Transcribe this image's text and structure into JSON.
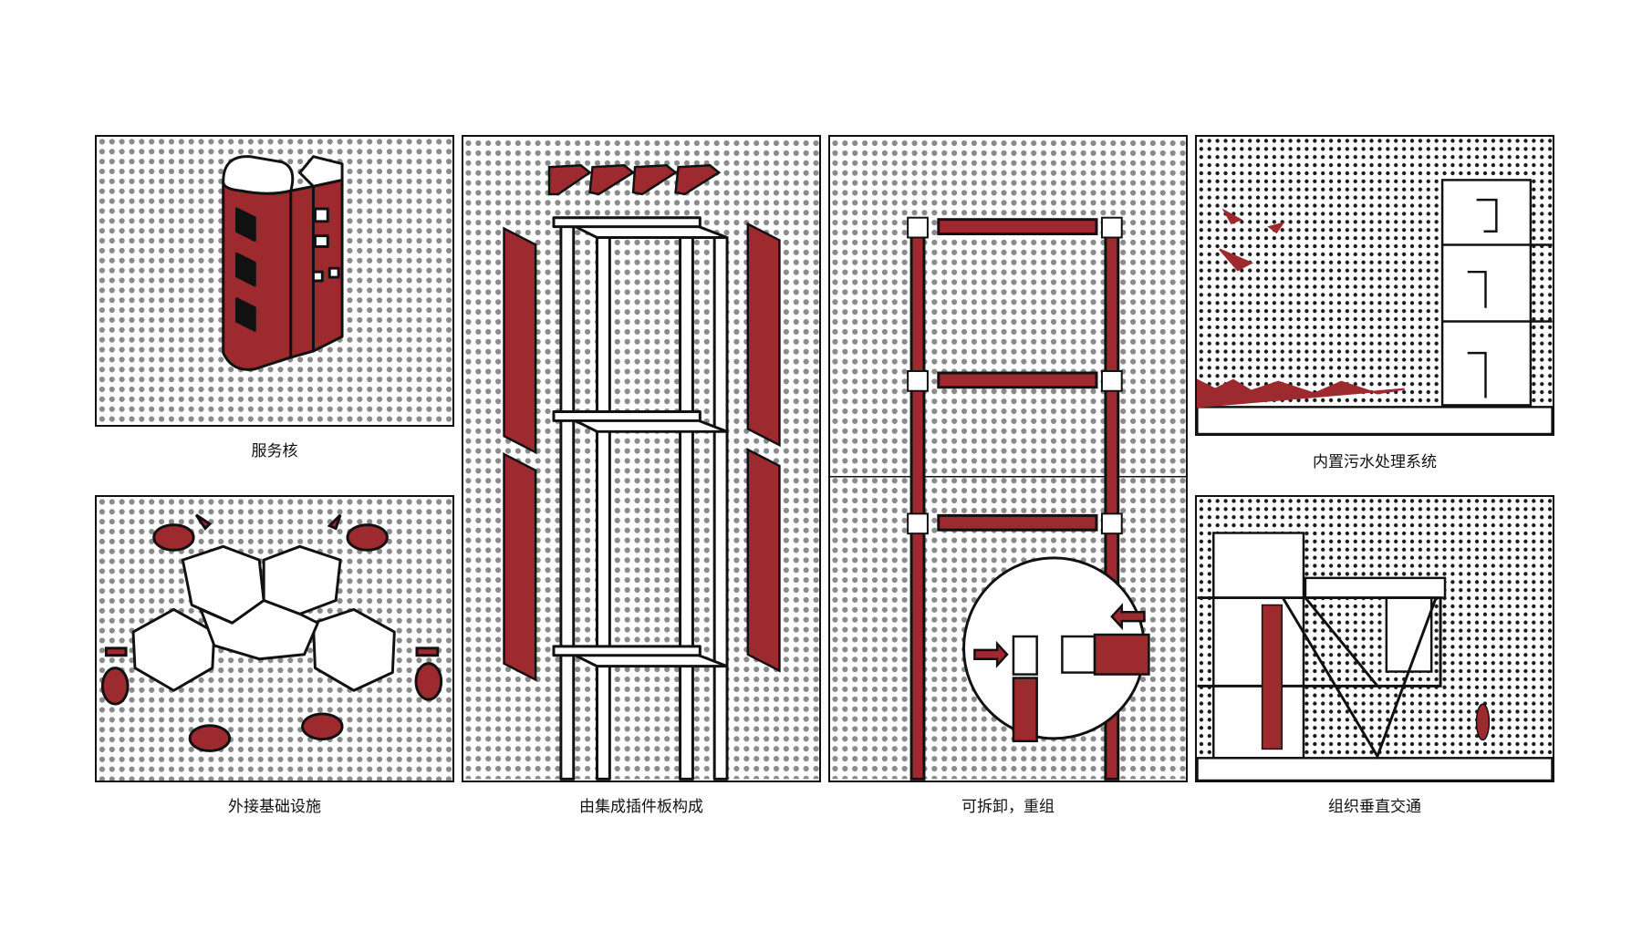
{
  "colors": {
    "accent": "#9c2a2e",
    "dot": "#8a8a8a",
    "outline": "#111111",
    "fill_white": "#ffffff"
  },
  "panels": [
    {
      "id": "service-core",
      "caption": "服务核"
    },
    {
      "id": "external-infrastructure",
      "caption": "外接基础设施"
    },
    {
      "id": "integrated-panels",
      "caption": "由集成插件板构成"
    },
    {
      "id": "detachable-reassemble",
      "caption": "可拆卸，重组"
    },
    {
      "id": "sewage-system",
      "caption": "内置污水处理系统"
    },
    {
      "id": "vertical-circulation",
      "caption": "组织垂直交通"
    }
  ]
}
